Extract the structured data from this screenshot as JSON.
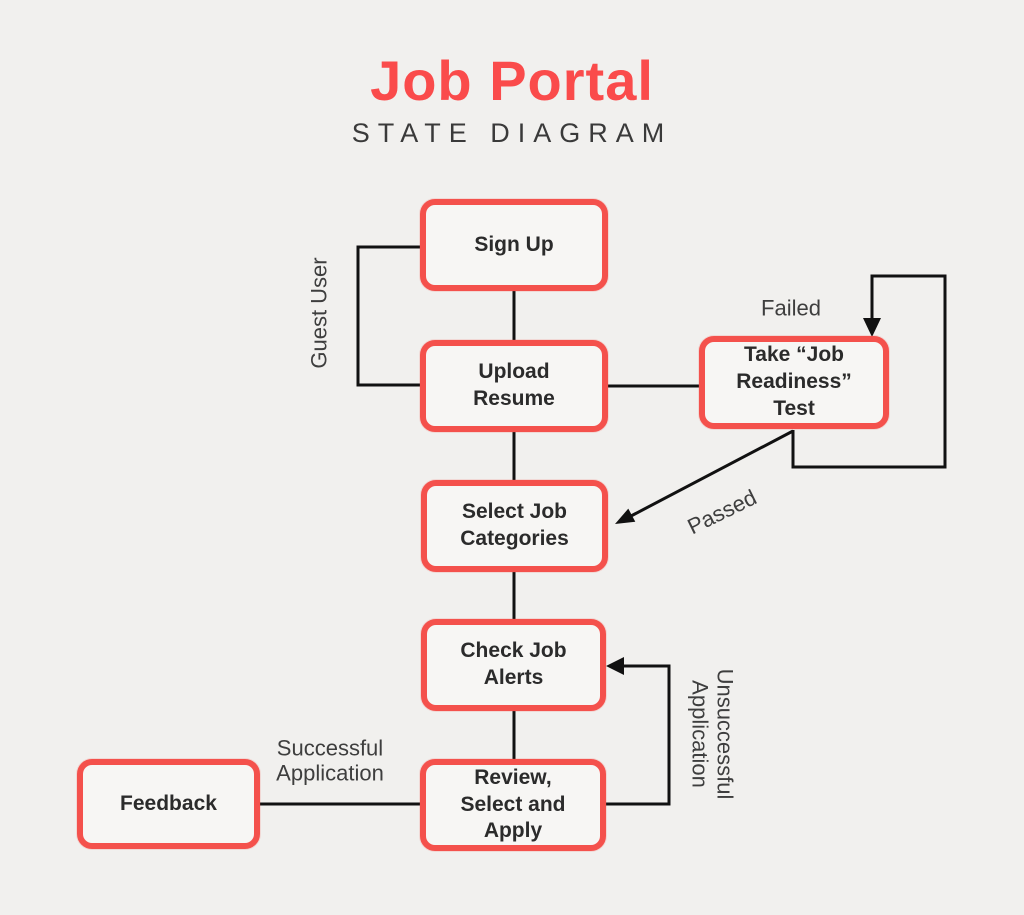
{
  "title": "Job Portal",
  "subtitle": "STATE DIAGRAM",
  "diagram_type": "state-diagram",
  "colors": {
    "title_accent": "#fa4b4b",
    "node_border": "#f4514c",
    "node_fill": "#f7f6f4",
    "node_text": "#2b2b2b",
    "edge_line": "#111111",
    "edge_label_text": "#3e3e3e",
    "background": "#f1f0ee"
  },
  "nodes": {
    "sign_up": {
      "label": "Sign Up"
    },
    "upload_resume": {
      "label": "Upload\nResume"
    },
    "take_test": {
      "label": "Take “Job\nReadiness”\nTest"
    },
    "select_categories": {
      "label": "Select Job\nCategories"
    },
    "check_alerts": {
      "label": "Check Job\nAlerts"
    },
    "review_apply": {
      "label": "Review,\nSelect and\nApply"
    },
    "feedback": {
      "label": "Feedback"
    }
  },
  "edge_labels": {
    "guest_user": "Guest User",
    "failed": "Failed",
    "passed": "Passed",
    "successful_application": "Successful\nApplication",
    "unsuccessful_application": "Unsuccessful\nApplication"
  },
  "edges": [
    {
      "from": "sign_up",
      "to": "upload_resume",
      "label": ""
    },
    {
      "from": "sign_up",
      "to": "upload_resume",
      "label": "Guest User"
    },
    {
      "from": "upload_resume",
      "to": "take_test",
      "label": ""
    },
    {
      "from": "take_test",
      "to": "take_test",
      "label": "Failed"
    },
    {
      "from": "take_test",
      "to": "select_categories",
      "label": "Passed"
    },
    {
      "from": "upload_resume",
      "to": "select_categories",
      "label": ""
    },
    {
      "from": "select_categories",
      "to": "check_alerts",
      "label": ""
    },
    {
      "from": "check_alerts",
      "to": "review_apply",
      "label": ""
    },
    {
      "from": "review_apply",
      "to": "check_alerts",
      "label": "Unsuccessful Application"
    },
    {
      "from": "review_apply",
      "to": "feedback",
      "label": "Successful Application"
    }
  ]
}
